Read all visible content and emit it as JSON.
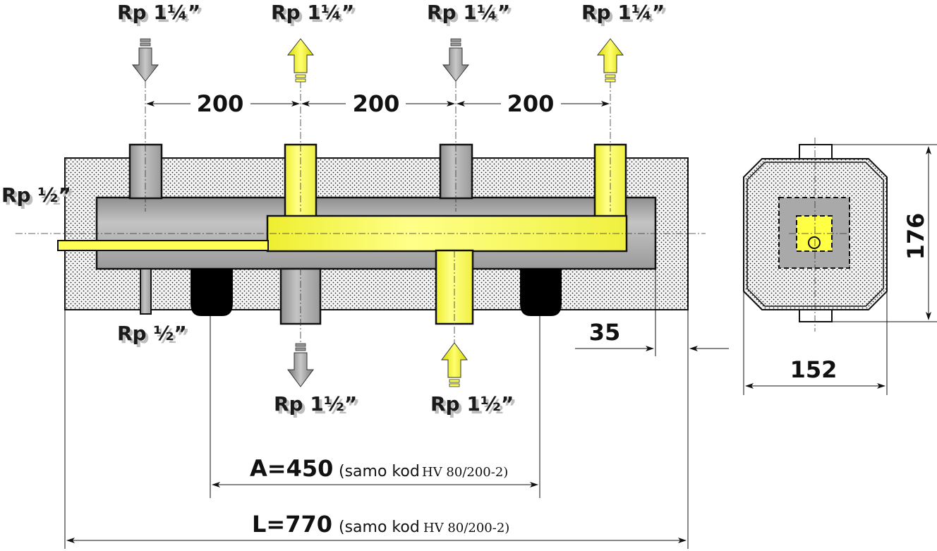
{
  "colors": {
    "insulation_fill": "#f4f4f4",
    "pipe_gray": "#a9a9a9",
    "pipe_yellow": "#ffff4a",
    "outline": "#111111",
    "shadow": "#c0c0c0"
  },
  "ports_top": [
    {
      "label": "Rp 1¼”",
      "direction": "in",
      "color": "gray"
    },
    {
      "label": "Rp 1¼”",
      "direction": "out",
      "color": "yellow"
    },
    {
      "label": "Rp 1¼”",
      "direction": "in",
      "color": "gray"
    },
    {
      "label": "Rp 1¼”",
      "direction": "out",
      "color": "yellow"
    }
  ],
  "ports_bottom": [
    {
      "label": "Rp 1½”",
      "direction": "out",
      "color": "gray"
    },
    {
      "label": "Rp 1½”",
      "direction": "in",
      "color": "yellow"
    }
  ],
  "side_ports": {
    "left_label": "Rp ½”",
    "bottom_left_label": "Rp ½”"
  },
  "dimensions": {
    "spacing_1": "200",
    "spacing_2": "200",
    "spacing_3": "200",
    "offset": "35",
    "width": "152",
    "height": "176",
    "a_value": "A=450",
    "a_note": "(samo kod",
    "a_model": "HV 80/200-2)",
    "l_value": "L=770",
    "l_note": "(samo kod",
    "l_model": "HV 80/200-2)"
  }
}
